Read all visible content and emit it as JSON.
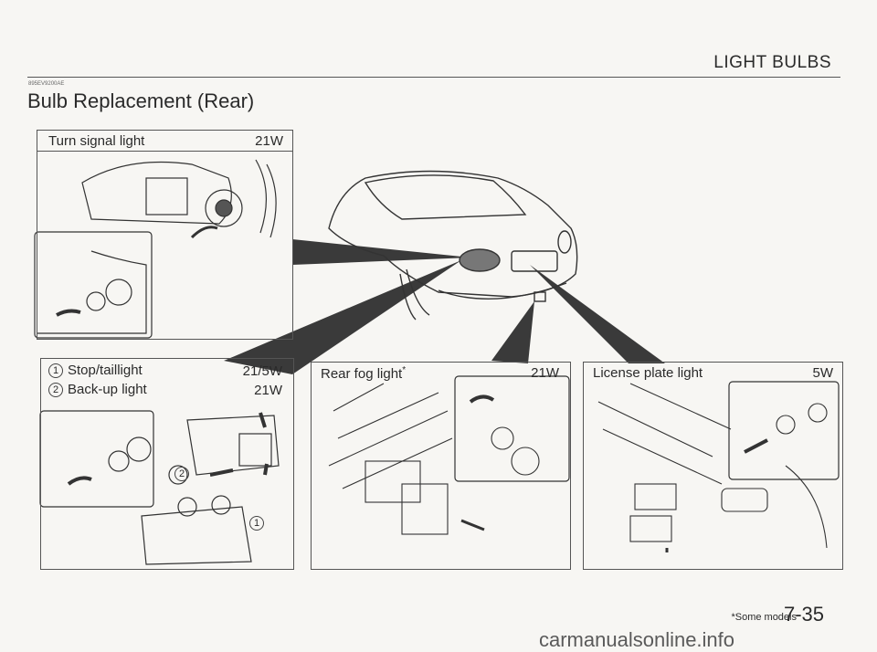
{
  "header": {
    "section_title": "LIGHT BULBS",
    "doc_code": "895EV9200AE"
  },
  "title": "Bulb Replacement (Rear)",
  "panels": {
    "turn_signal": {
      "label": "Turn signal light",
      "watt": "21W"
    },
    "stop_tail": {
      "item1_num": "1",
      "item1_label": "Stop/taillight",
      "item1_watt": "21/5W",
      "item2_num": "2",
      "item2_label": "Back-up light",
      "item2_watt": "21W",
      "callout1": "1",
      "callout2": "2"
    },
    "rear_fog": {
      "label": "Rear fog light",
      "asterisk": "*",
      "watt": "21W"
    },
    "license_plate": {
      "label": "License plate light",
      "watt": "5W"
    }
  },
  "footer": {
    "note": "*Some models",
    "page": "7-35",
    "watermark": "carmanualsonline.info"
  }
}
